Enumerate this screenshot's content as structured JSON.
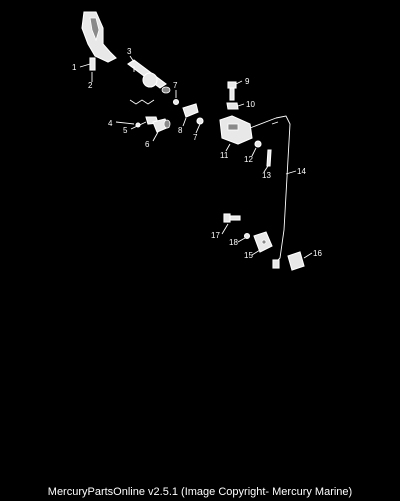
{
  "diagram": {
    "callouts": [
      "1",
      "2",
      "3",
      "4",
      "5",
      "6",
      "7",
      "7",
      "8",
      "9",
      "10",
      "11",
      "12",
      "13",
      "14",
      "15",
      "16",
      "17",
      "18"
    ]
  },
  "footer": {
    "text": "MercuryPartsOnline v2.5.1 (Image Copyright- Mercury Marine)"
  }
}
